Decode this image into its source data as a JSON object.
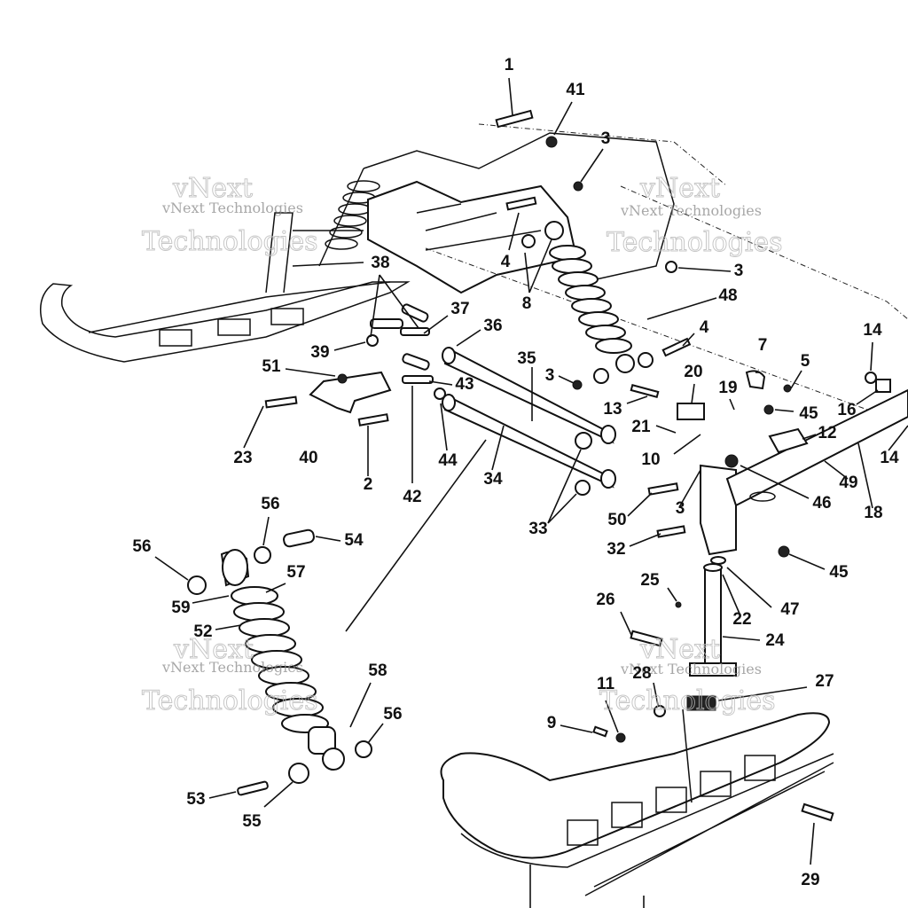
{
  "watermark": {
    "line1": "vNext",
    "line2": "vNext Technologies",
    "line3": "Technologies"
  },
  "callouts": [
    "1",
    "41",
    "3",
    "3",
    "4",
    "8",
    "48",
    "4",
    "38",
    "37",
    "36",
    "39",
    "35",
    "3",
    "51",
    "43",
    "23",
    "40",
    "2",
    "42",
    "44",
    "34",
    "13",
    "20",
    "21",
    "10",
    "19",
    "45",
    "7",
    "5",
    "14",
    "16",
    "14",
    "12",
    "49",
    "46",
    "18",
    "3",
    "50",
    "33",
    "32",
    "45",
    "47",
    "25",
    "22",
    "24",
    "26",
    "56",
    "54",
    "56",
    "57",
    "59",
    "52",
    "58",
    "56",
    "53",
    "55",
    "28",
    "11",
    "27",
    "9",
    "29"
  ]
}
